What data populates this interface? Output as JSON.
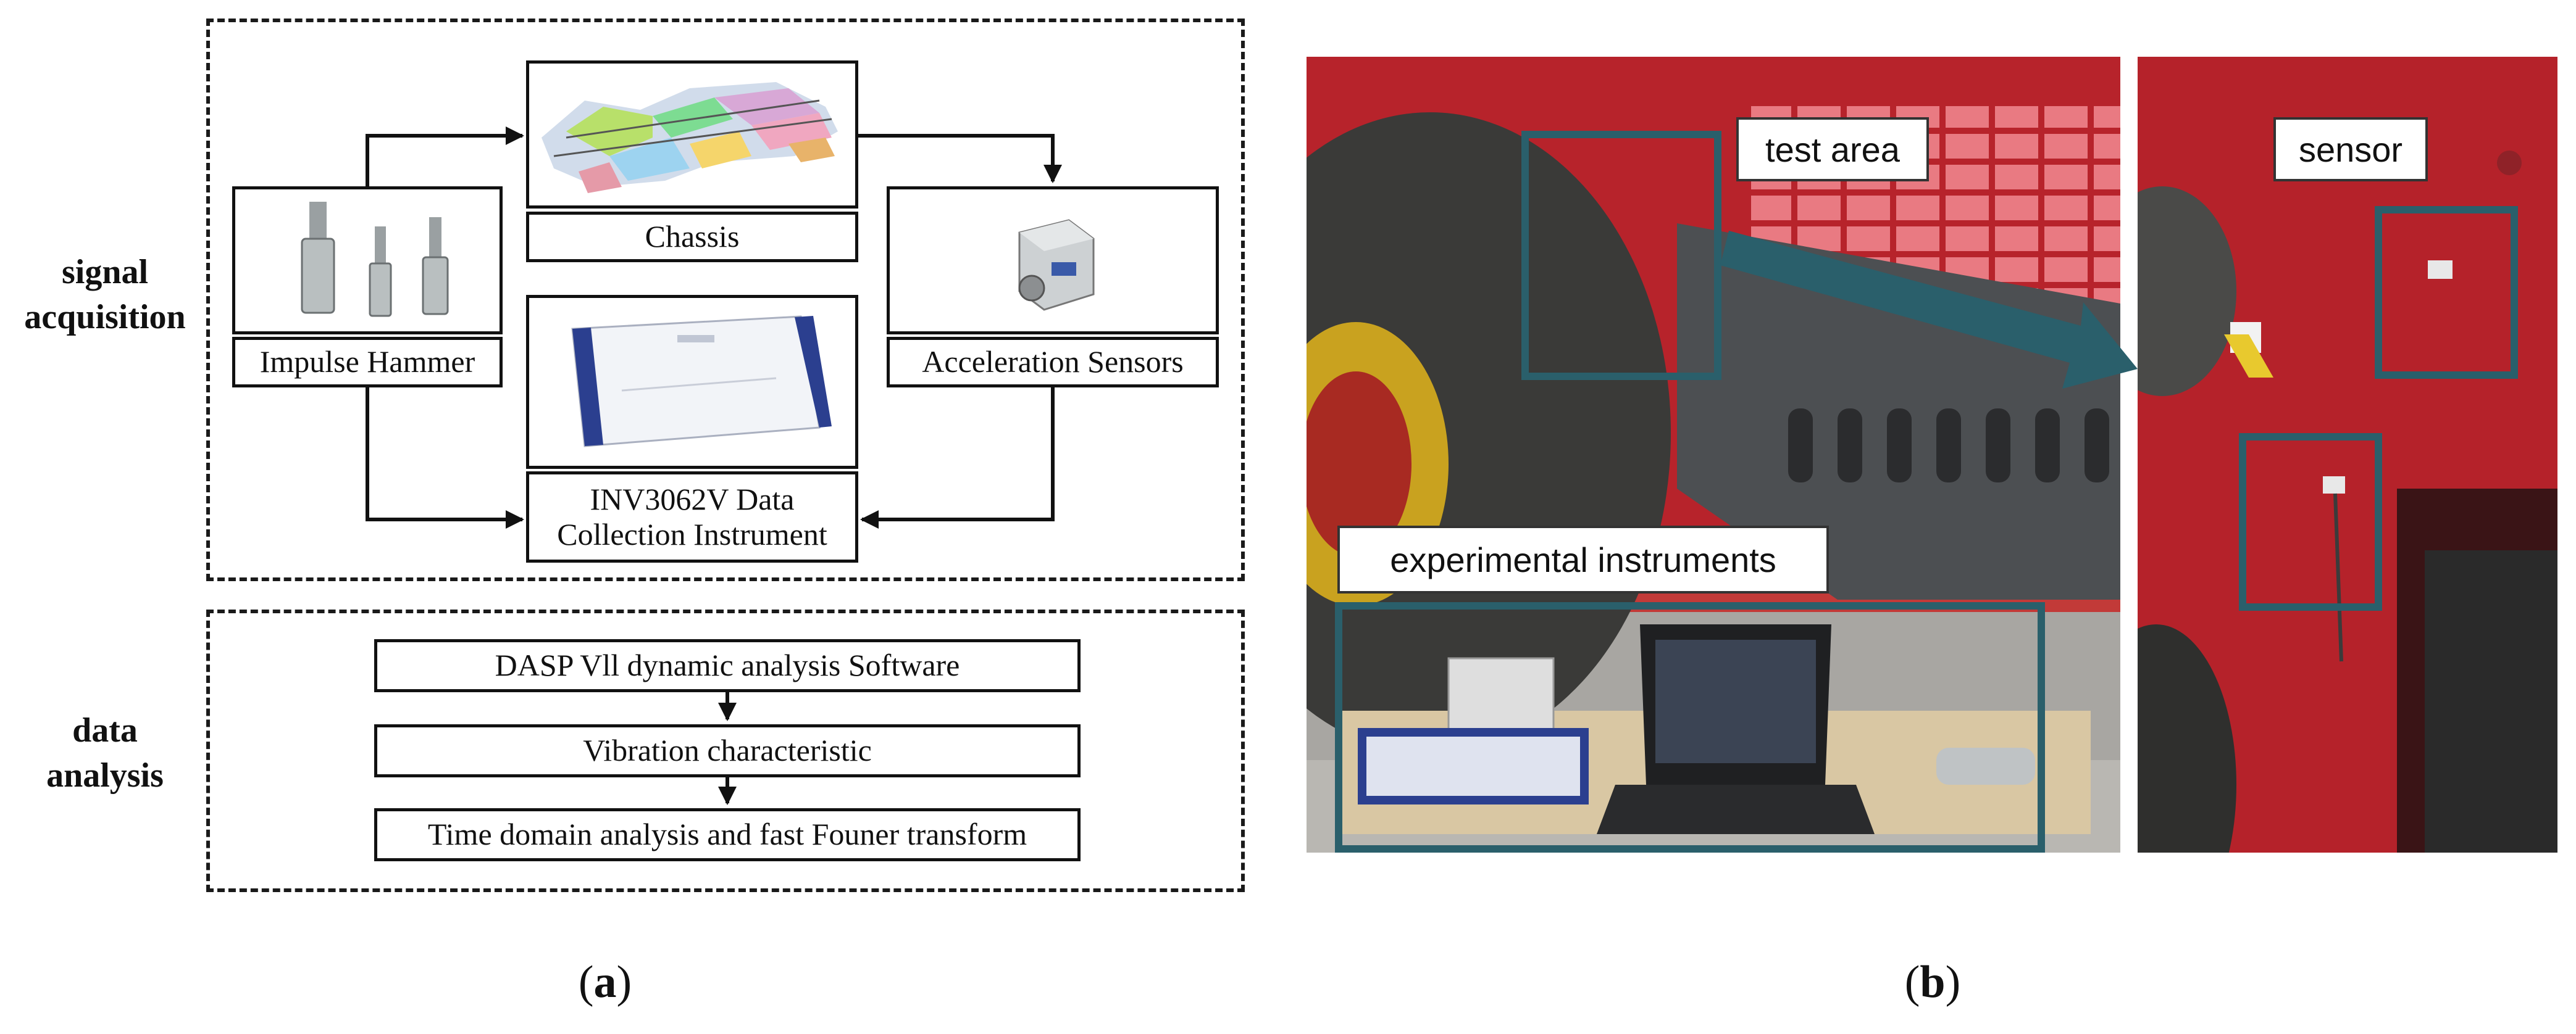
{
  "panel_a": {
    "caption_label": "a",
    "signal_section_label": "signal\nacquisition",
    "analysis_section_label": "data\nanalysis",
    "chassis_label": "Chassis",
    "hammer_label": "Impulse Hammer",
    "sensors_label": "Acceleration Sensors",
    "collector_label": "INV3062V Data\nCollection Instrument",
    "steps": [
      "DASP Vll dynamic analysis Software",
      "Vibration characteristic",
      "Time domain analysis and fast Founer transform"
    ]
  },
  "panel_b": {
    "caption_label": "b",
    "test_area_label": "test area",
    "instruments_label": "experimental instruments",
    "sensor_label": "sensor"
  },
  "colors": {
    "highlight_frame": "#2a5f6b",
    "machine_red": "#b51f24",
    "tire": "#3a3a38",
    "panel_grey": "#4c4f52"
  }
}
